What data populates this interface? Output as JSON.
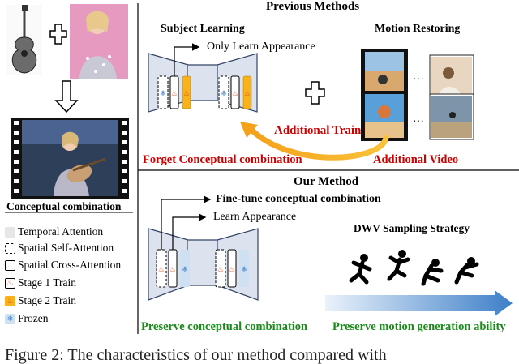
{
  "previous": {
    "title": "Previous Methods",
    "subject_learning": "Subject Learning",
    "only_learn": "Only Learn Appearance",
    "motion_restoring": "Motion Restoring",
    "additional_train": "Additional  Train",
    "forget": "Forget  Conceptual combination",
    "additional_video": "Additional Video",
    "ellipsis": "…"
  },
  "ours": {
    "title": "Our Method",
    "finetune": "Fine-tune conceptual combination",
    "learn_appearance": "Learn Appearance",
    "dwv": "DWV Sampling Strategy",
    "preserve_concept": "Preserve  conceptual combination",
    "preserve_motion": "Preserve  motion generation ability"
  },
  "left": {
    "conceptual_combination": "Conceptual combination"
  },
  "legend": [
    {
      "label": "Temporal Attention",
      "kind": "temporal"
    },
    {
      "label": "Spatial Self-Attention",
      "kind": "self"
    },
    {
      "label": "Spatial Cross-Attention",
      "kind": "cross"
    },
    {
      "label": "Stage 1 Train",
      "kind": "stage1"
    },
    {
      "label": "Stage 2 Train",
      "kind": "stage2"
    },
    {
      "label": "Frozen",
      "kind": "frozen"
    }
  ],
  "caption": "Figure 2: The characteristics of our method compared with",
  "colors": {
    "red_text": "#cc0000",
    "green_text": "#1a8a1a",
    "orange_arrow": "#f5b21a",
    "blue_arrow": "#3d7fc8",
    "unet_fill": "#dde3ee",
    "unet_stroke": "#334466",
    "stage2": "#f7b21c",
    "frozen": "#cfe0f3"
  }
}
